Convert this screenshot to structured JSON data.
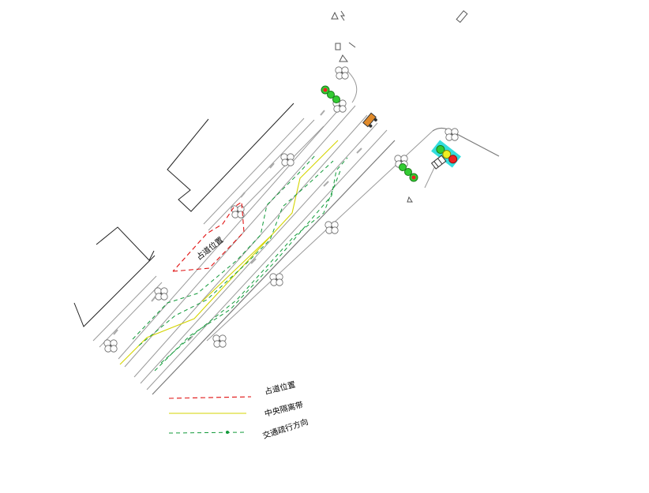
{
  "plan": {
    "occupation_label": "占道位置"
  },
  "legend": {
    "items": [
      {
        "label": "占道位置",
        "color": "#e01010",
        "style": "dashed"
      },
      {
        "label": "中央隔离带",
        "color": "#d4d400",
        "style": "solid"
      },
      {
        "label": "交通疏行方向",
        "color": "#129a3a",
        "style": "dashed"
      }
    ]
  },
  "icons": [
    "traffic-light-icon",
    "tree-icon",
    "construction-vehicle-icon",
    "signal-cabinet-icon"
  ]
}
